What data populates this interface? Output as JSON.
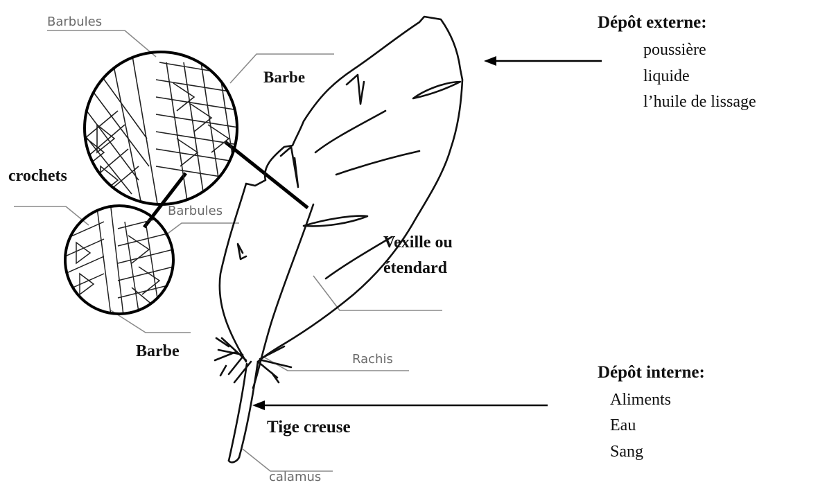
{
  "labels": {
    "barbules_top": "Barbules",
    "barbe_top": "Barbe",
    "crochets": "crochets",
    "barbules_mid": "Barbules",
    "vexille": "Vexille ou",
    "etendard": "étendard",
    "barbe_bottom": "Barbe",
    "rachis": "Rachis",
    "tige_creuse": "Tige creuse",
    "calamus": "calamus"
  },
  "depot_externe": {
    "title": "Dépôt externe:",
    "items": [
      "poussière",
      "liquide",
      "l’huile de lissage"
    ]
  },
  "depot_interne": {
    "title": "Dépôt interne:",
    "items": [
      "Aliments",
      "Eau",
      "Sang"
    ]
  }
}
